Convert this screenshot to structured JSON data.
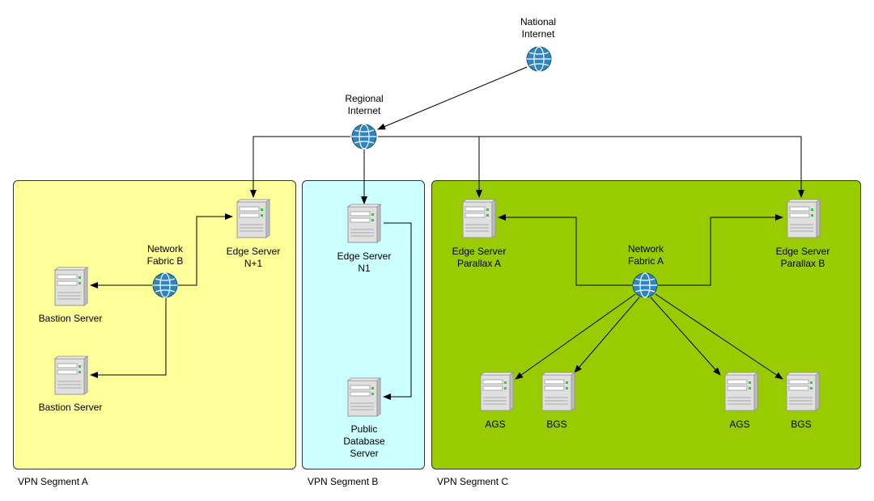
{
  "segments": {
    "a": "VPN Segment A",
    "b": "VPN Segment B",
    "c": "VPN Segment C"
  },
  "nodes": {
    "national_internet": "National\nInternet",
    "regional_internet": "Regional\nInternet",
    "edge_n_plus_1": "Edge Server\nN+1",
    "network_fabric_b": "Network\nFabric B",
    "bastion_1": "Bastion Server",
    "bastion_2": "Bastion Server",
    "edge_n1": "Edge Server\nN1",
    "public_db": "Public\nDatabase\nServer",
    "edge_parallax_a": "Edge Server\nParallax A",
    "network_fabric_a": "Network\nFabric A",
    "edge_parallax_b": "Edge Server\nParallax B",
    "ags_1": "AGS",
    "bgs_1": "BGS",
    "ags_2": "AGS",
    "bgs_2": "BGS"
  },
  "colors": {
    "segment_a": "#ffff99",
    "segment_b": "#ccffff",
    "segment_c": "#99cc00",
    "globe": "#2e86c1",
    "server": "#d9d9d9",
    "server_led": "#33cc33"
  }
}
